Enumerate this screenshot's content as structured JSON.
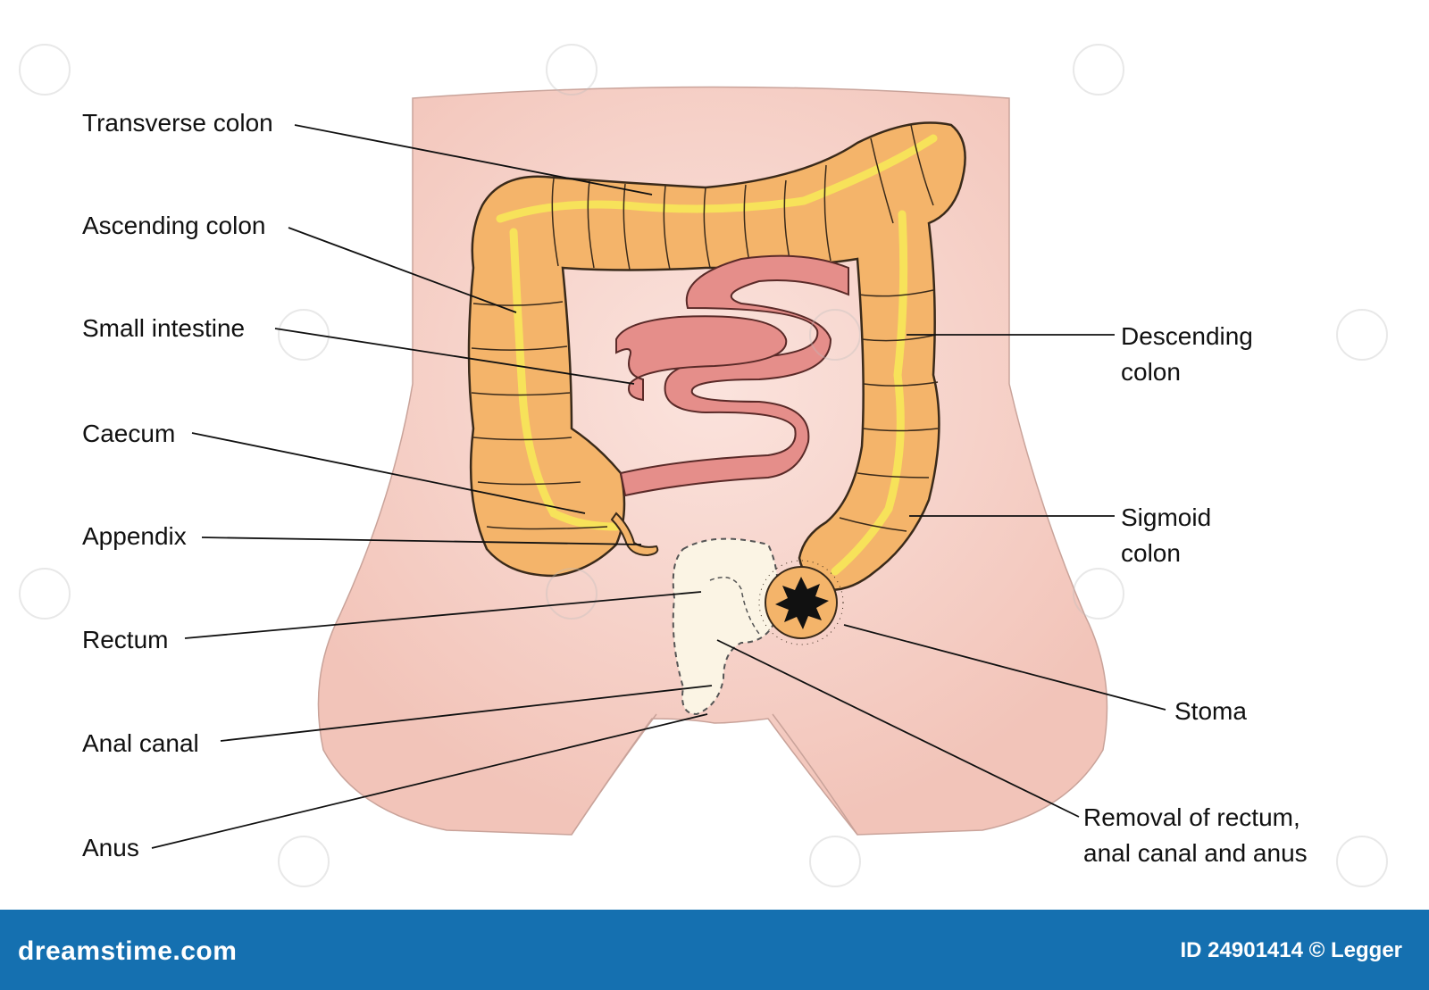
{
  "labels": {
    "transverse_colon": "Transverse colon",
    "ascending_colon": "Ascending colon",
    "small_intestine": "Small intestine",
    "caecum": "Caecum",
    "appendix": "Appendix",
    "rectum": "Rectum",
    "anal_canal": "Anal canal",
    "anus": "Anus",
    "descending_colon_1": "Descending",
    "descending_colon_2": "colon",
    "sigmoid_colon_1": "Sigmoid",
    "sigmoid_colon_2": "colon",
    "stoma": "Stoma",
    "removal_1": "Removal of rectum,",
    "removal_2": "anal canal and anus"
  },
  "footer": {
    "logo": "dreamstime.com",
    "id_credit": "ID 24901414 © Legger"
  },
  "colors": {
    "skin": "#f4c9bf",
    "colon": "#f4b46a",
    "colon_stroke": "#3a2a1a",
    "colon_core": "#f7e25a",
    "small_intestine": "#e58e8a",
    "removed_tissue": "#fbf4e4",
    "footer": "#1570b0"
  }
}
